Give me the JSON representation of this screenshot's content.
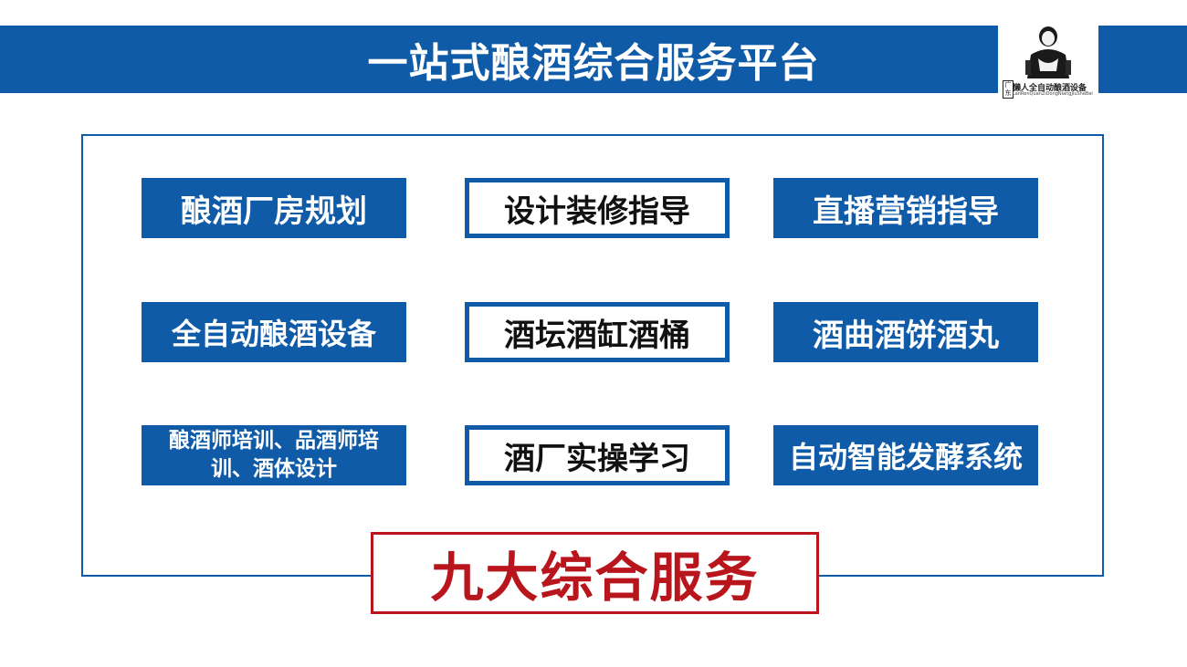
{
  "header": {
    "title": "一站式酿酒综合服务平台",
    "banner_color": "#0f5ba8"
  },
  "logo": {
    "name": "懒人全自动酿酒设备",
    "pinyin": "LanRenQuanZiDongNiangJiuSheBei",
    "seal": "广东"
  },
  "services": {
    "items": [
      {
        "label": "酿酒厂房规划",
        "style": "filled"
      },
      {
        "label": "设计装修指导",
        "style": "outlined"
      },
      {
        "label": "直播营销指导",
        "style": "filled"
      },
      {
        "label": "全自动酿酒设备",
        "style": "filled"
      },
      {
        "label": "酒坛酒缸酒桶",
        "style": "outlined"
      },
      {
        "label": "酒曲酒饼酒丸",
        "style": "filled"
      },
      {
        "label": "酿酒师培训、品酒师培训、酒体设计",
        "style": "filled"
      },
      {
        "label": "酒厂实操学习",
        "style": "outlined"
      },
      {
        "label": "自动智能发酵系统",
        "style": "filled"
      }
    ]
  },
  "footer": {
    "label": "九大综合服务",
    "accent_color": "#b8161c"
  }
}
